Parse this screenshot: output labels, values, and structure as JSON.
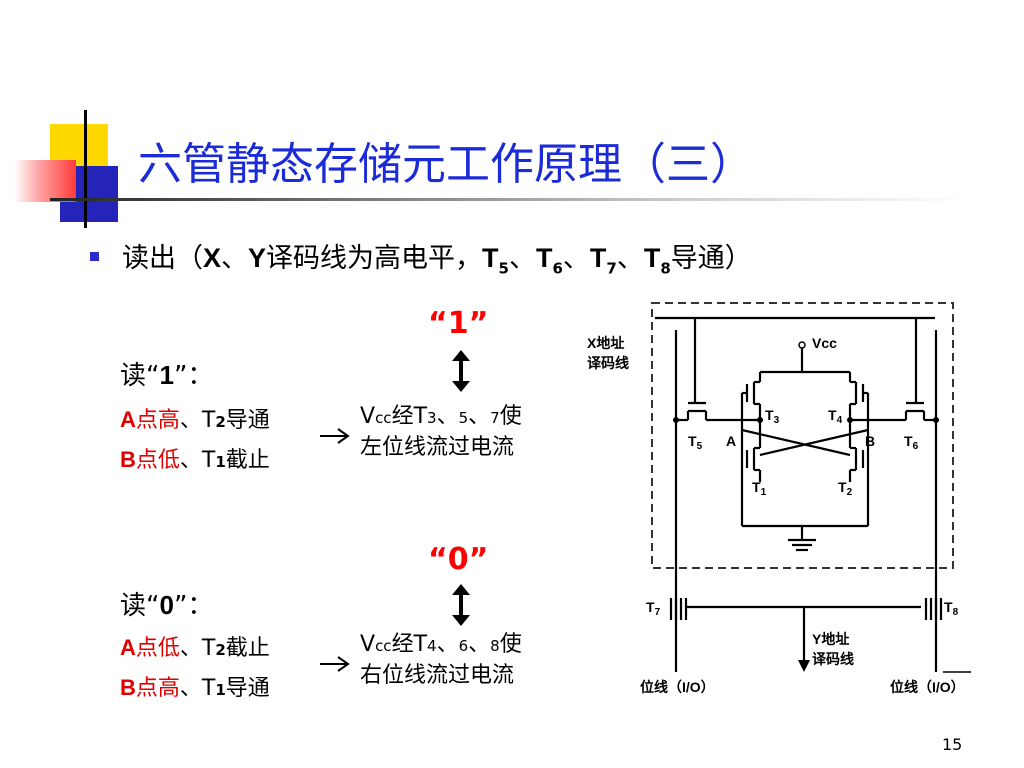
{
  "title": "六管静态存储元工作原理（三）",
  "bullet": {
    "prefix": "读出（",
    "x": "X",
    "sep1": "、",
    "y": "Y",
    "mid": "译码线为高电平，",
    "t": "T",
    "s5": "5",
    "s6": "6",
    "s7": "7",
    "s8": "8",
    "sep": "、",
    "suffix": "导通）"
  },
  "read1": {
    "quote": "“1”",
    "heading_prefix": "读“",
    "heading_val": "1",
    "heading_suffix": "”：",
    "line1_a": "A",
    "line1_red": "点高",
    "line1_mid": "、T",
    "line1_sub": "2",
    "line1_end": "导通",
    "line2_a": "B",
    "line2_red": "点低",
    "line2_mid": "、T",
    "line2_sub": "1",
    "line2_end": "截止",
    "effect_l1_a": "V",
    "effect_l1_b": "cc",
    "effect_l1_c": "经T",
    "effect_l1_d": "3",
    "effect_l1_e": "、",
    "effect_l1_f": "5",
    "effect_l1_g": "、",
    "effect_l1_h": "7",
    "effect_l1_i": "使",
    "effect_l2": "左位线流过电流"
  },
  "read0": {
    "quote": "“0”",
    "heading_prefix": "读“",
    "heading_val": "0",
    "heading_suffix": "”：",
    "line1_a": "A",
    "line1_red": "点低",
    "line1_mid": "、T",
    "line1_sub": "2",
    "line1_end": "截止",
    "line2_a": "B",
    "line2_red": "点高",
    "line2_mid": "、T",
    "line2_sub": "1",
    "line2_end": "导通",
    "effect_l1_a": "V",
    "effect_l1_b": "cc",
    "effect_l1_c": "经T",
    "effect_l1_d": "4",
    "effect_l1_e": "、",
    "effect_l1_f": "6",
    "effect_l1_g": "、",
    "effect_l1_h": "8",
    "effect_l1_i": "使",
    "effect_l2": "右位线流过电流"
  },
  "circuit": {
    "x_addr": "X地址",
    "x_addr2": "译码线",
    "vcc": "Vcc",
    "t3": "T",
    "t3s": "3",
    "t4": "T",
    "t4s": "4",
    "t5": "T",
    "t5s": "5",
    "t6": "T",
    "t6s": "6",
    "t1": "T",
    "t1s": "1",
    "t2": "T",
    "t2s": "2",
    "t7": "T",
    "t7s": "7",
    "t8": "T",
    "t8s": "8",
    "node_a": "A",
    "node_b": "B",
    "y_addr": "Y地址",
    "y_addr2": "译码线",
    "bl_left": "位线（I/O）",
    "bl_right_prefix": "位线（",
    "bl_right_io": "I/O",
    "bl_right_suffix": "）"
  },
  "page_number": "15",
  "colors": {
    "title": "#1c2bd8",
    "highlight": "#ff0000",
    "bullet": "#2a2ad0"
  }
}
